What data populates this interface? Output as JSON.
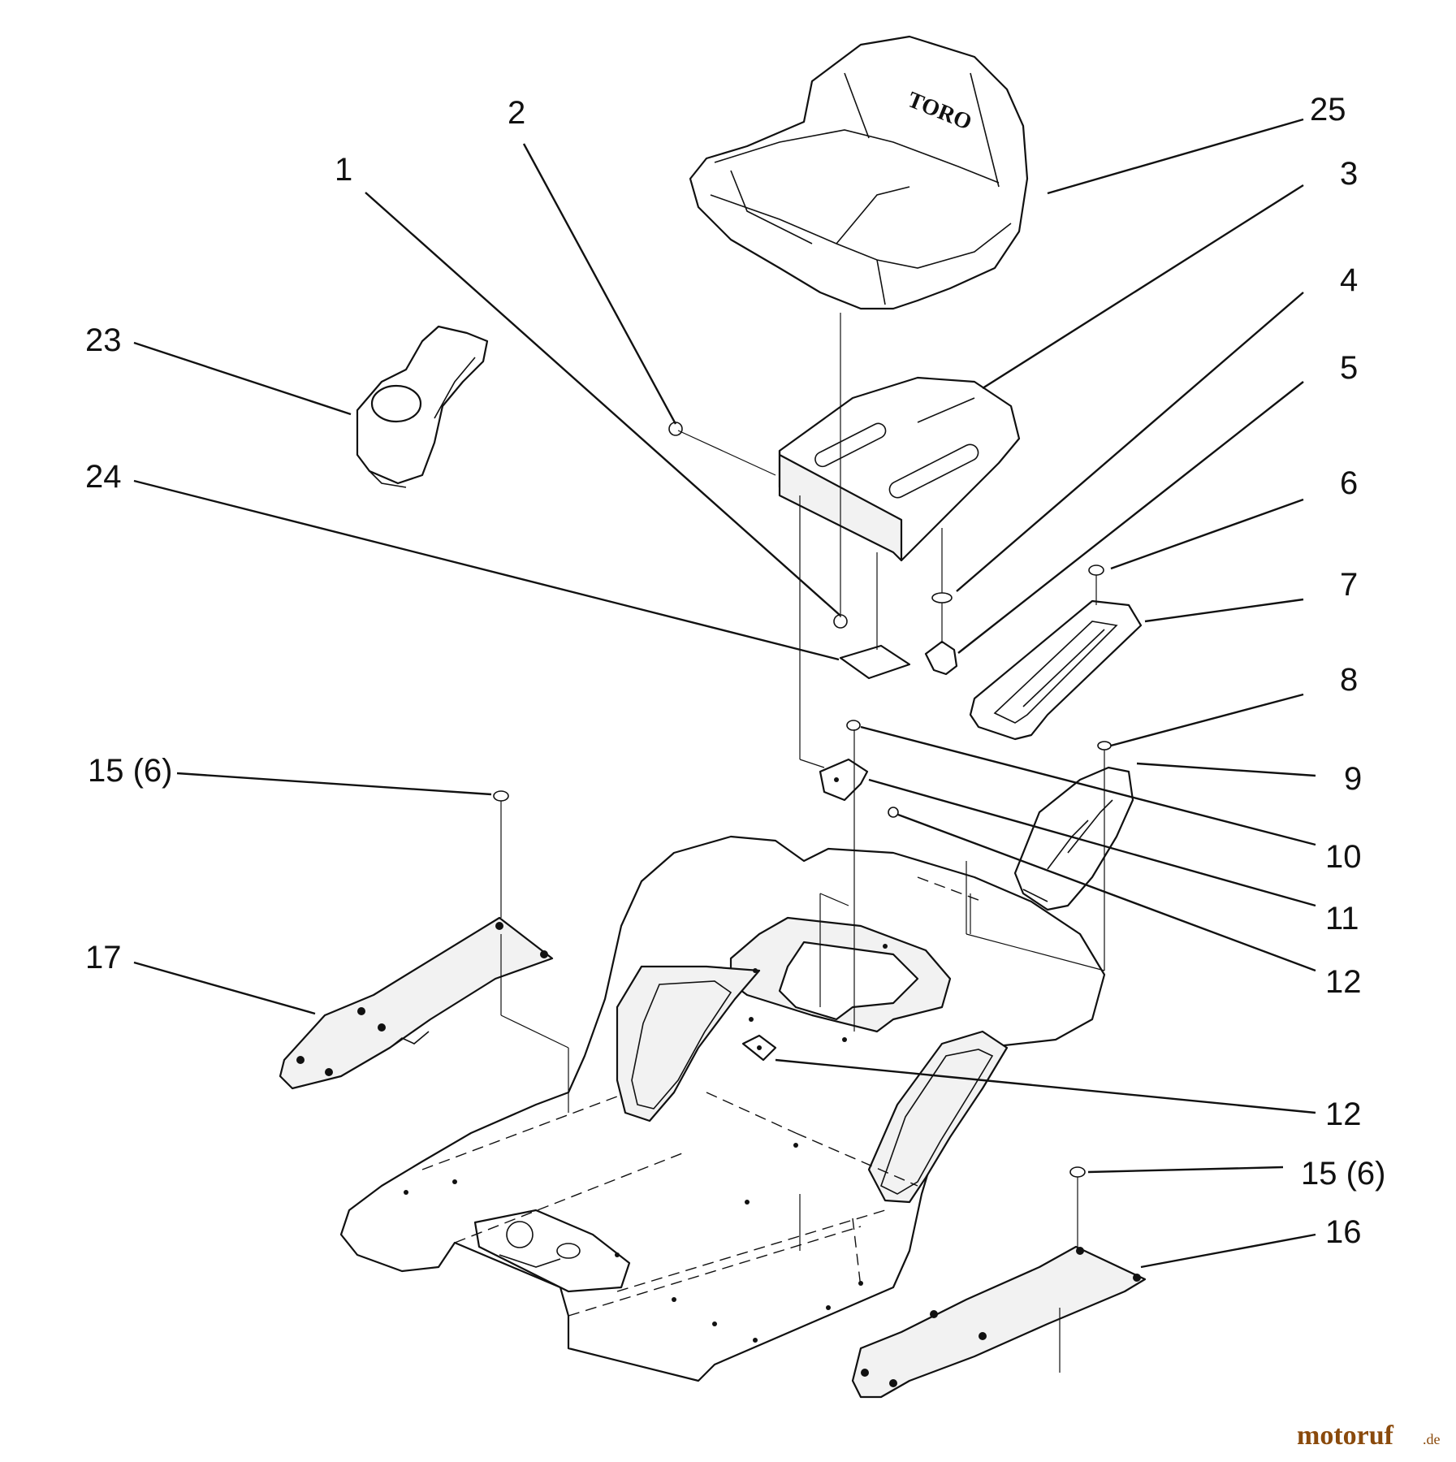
{
  "callouts": [
    {
      "id": "c25",
      "text": "25"
    },
    {
      "id": "c2",
      "text": "2"
    },
    {
      "id": "c3",
      "text": "3"
    },
    {
      "id": "c1",
      "text": "1"
    },
    {
      "id": "c4",
      "text": "4"
    },
    {
      "id": "c23",
      "text": "23"
    },
    {
      "id": "c5",
      "text": "5"
    },
    {
      "id": "c24",
      "text": "24"
    },
    {
      "id": "c6",
      "text": "6"
    },
    {
      "id": "c7",
      "text": "7"
    },
    {
      "id": "c8",
      "text": "8"
    },
    {
      "id": "c15a",
      "text": "15 (6)"
    },
    {
      "id": "c9",
      "text": "9"
    },
    {
      "id": "c10",
      "text": "10"
    },
    {
      "id": "c11",
      "text": "11"
    },
    {
      "id": "c17",
      "text": "17"
    },
    {
      "id": "c12a",
      "text": "12"
    },
    {
      "id": "c12b",
      "text": "12"
    },
    {
      "id": "c15b",
      "text": "15 (6)"
    },
    {
      "id": "c16",
      "text": "16"
    }
  ],
  "seat_logo": "TORO",
  "watermark": {
    "name": "motoruf",
    "suffix": ".de"
  }
}
